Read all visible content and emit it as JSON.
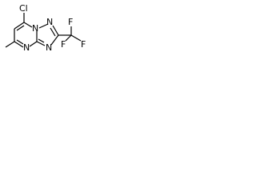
{
  "molecule": {
    "atoms": {
      "cl": "Cl",
      "n1": "N",
      "n_top": "N",
      "n_mid": "N",
      "n_bottom": "N",
      "f_top": "F",
      "f_left": "F",
      "f_right": "F"
    },
    "colors": {
      "ink": "#000000",
      "background": "#ffffff"
    }
  }
}
